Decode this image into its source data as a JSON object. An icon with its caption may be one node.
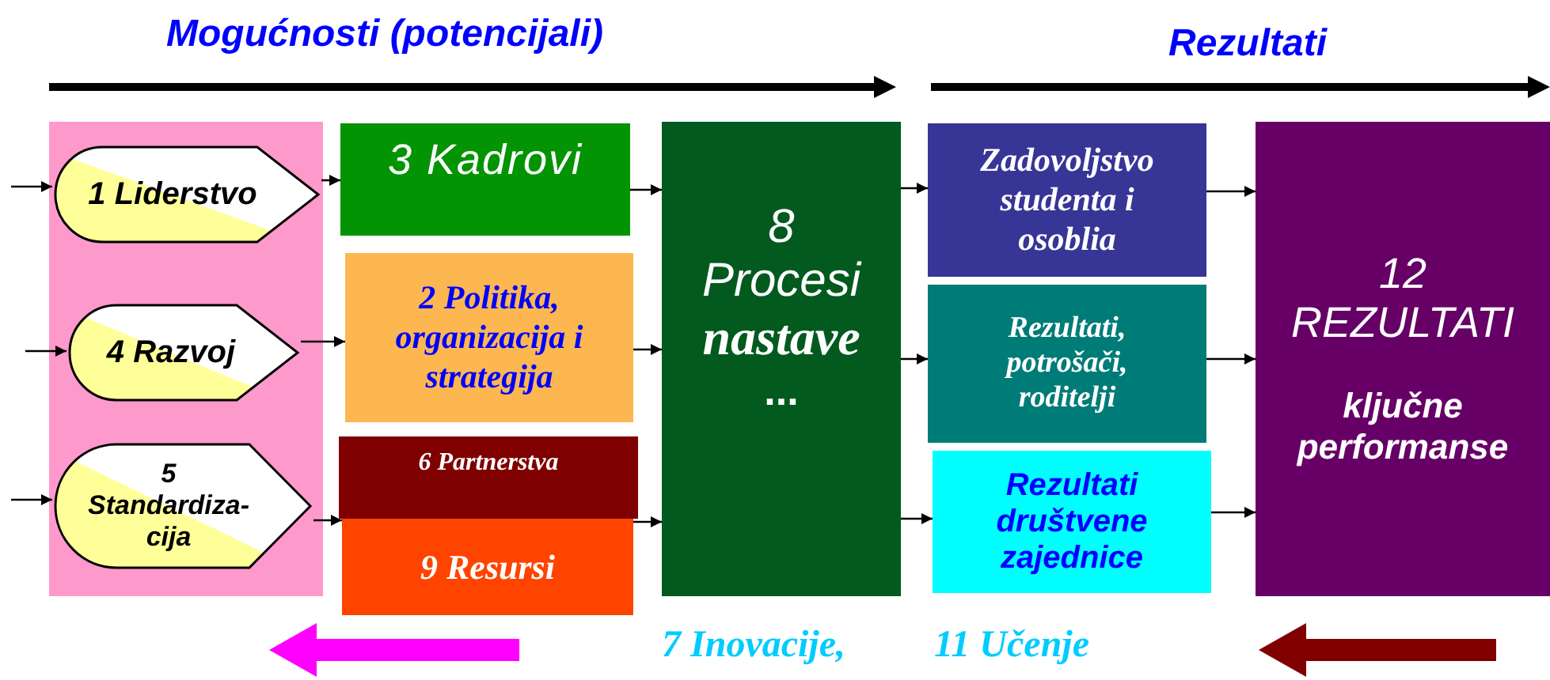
{
  "diagram": {
    "nodes": [
      {
        "text": [],
        "shape": "box"
      },
      {
        "text": [
          "1 Liderstvo"
        ],
        "in": 0
      },
      {
        "text": [
          "4 Razvoj"
        ],
        "in": 0
      },
      {
        "text": [
          "5 Standardiza- cija"
        ],
        "in": 0
      },
      {
        "text": [
          "3 Kadrovi"
        ]
      },
      {
        "text": [
          "2 Politika, organizacija i strategija"
        ]
      },
      {
        "text": [
          "6 Partnerstva"
        ]
      },
      {
        "text": [
          "9 Resursi"
        ]
      },
      {
        "text": [
          "8 Procesi",
          "nastave",
          "..."
        ]
      },
      {
        "text": [
          "Zadovoljstvo studenta i osoblia"
        ]
      },
      {
        "text": [
          "Rezultati, potrošači, roditelji"
        ]
      },
      {
        "text": [
          "Rezultati društvene zajednice"
        ]
      },
      {
        "text": [
          "12 REZULTATI",
          "ključne performanse"
        ]
      }
    ],
    "edges": [
      {
        "from": null,
        "to": 1,
        "arrow": "to"
      },
      {
        "from": null,
        "to": 2,
        "arrow": "to"
      },
      {
        "from": null,
        "to": 3,
        "arrow": "to"
      },
      {
        "from": 1,
        "to": 4,
        "arrow": "to"
      },
      {
        "from": 2,
        "to": 5,
        "arrow": "to"
      },
      {
        "from": 3,
        "to": 7,
        "arrow": "to"
      },
      {
        "from": 4,
        "to": 8,
        "arrow": "to"
      },
      {
        "from": 5,
        "to": 8,
        "arrow": "to"
      },
      {
        "from": 7,
        "to": 8,
        "arrow": "to"
      },
      {
        "from": 8,
        "to": 9,
        "arrow": "to"
      },
      {
        "from": 8,
        "to": 10,
        "arrow": "to"
      },
      {
        "from": 8,
        "to": 11,
        "arrow": "to"
      },
      {
        "from": 9,
        "to": 12,
        "arrow": "to"
      },
      {
        "from": 10,
        "to": 12,
        "arrow": "to"
      },
      {
        "from": 11,
        "to": 12,
        "arrow": "to"
      }
    ],
    "labels": [
      "Mogućnosti (potencijali)",
      "Rezultati",
      "7 Inovacije,",
      "11 Učenje"
    ]
  }
}
